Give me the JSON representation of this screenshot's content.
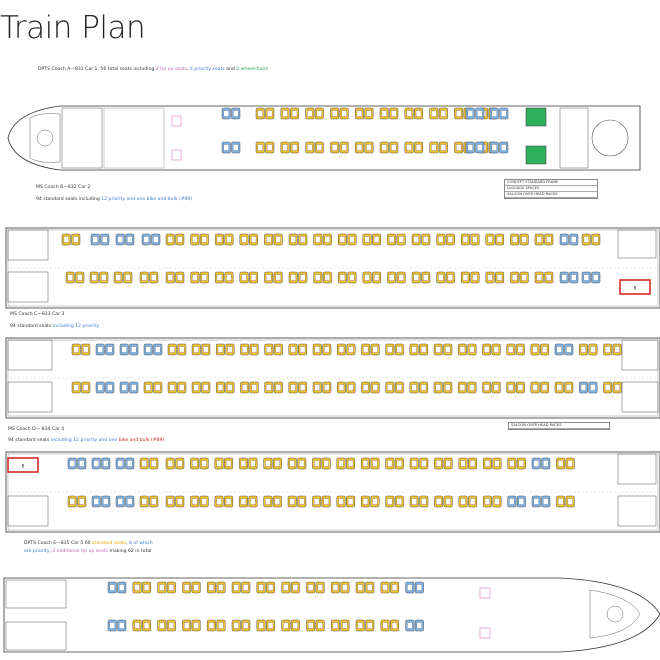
{
  "page": {
    "title": "Train Plan"
  },
  "colors": {
    "standard": "#f2c12e",
    "priority": "#7eb3e8",
    "wheelchair": "#2eb05c",
    "tipup": "#e8a7d8",
    "bike": "#d42a2a",
    "outline": "#555555"
  },
  "coaches": [
    {
      "id": "coach-a",
      "caption_parts": [
        {
          "text": "DPTS Coach A—831 Car 1. 56 total seats including ",
          "cls": ""
        },
        {
          "text": "2 tip up seats",
          "cls": "p"
        },
        {
          "text": ", ",
          "cls": ""
        },
        {
          "text": "4 priority seats",
          "cls": "b"
        },
        {
          "text": " and ",
          "cls": ""
        },
        {
          "text": "2 wheelchairs",
          "cls": "g"
        }
      ]
    },
    {
      "id": "coach-b",
      "caption_parts": [
        {
          "text": "MS Coach B—832 Car 2",
          "cls": ""
        }
      ],
      "caption_parts_2": [
        {
          "text": "94 standard seats including ",
          "cls": ""
        },
        {
          "text": "12 priority and one bike and bulk (#89)",
          "cls": "b"
        }
      ]
    },
    {
      "id": "coach-c",
      "caption_parts": [
        {
          "text": "MS Coach C—833 Car 3",
          "cls": ""
        }
      ],
      "caption_parts_2": [
        {
          "text": "94 standard seats ",
          "cls": ""
        },
        {
          "text": "including 12 priority",
          "cls": "b"
        }
      ]
    },
    {
      "id": "coach-d",
      "caption_parts": [
        {
          "text": "MS Coach D— 834 Car 4",
          "cls": ""
        }
      ],
      "caption_parts_2": [
        {
          "text": "94 standard seats ",
          "cls": ""
        },
        {
          "text": "including 12 priority and one ",
          "cls": "b"
        },
        {
          "text": "bike and bulk (#89)",
          "cls": "r"
        }
      ]
    },
    {
      "id": "coach-e",
      "caption_parts": [
        {
          "text": "DPTS Coach E—835 Car 5 60 ",
          "cls": ""
        },
        {
          "text": "standard seats",
          "cls": "y"
        },
        {
          "text": ", ",
          "cls": ""
        },
        {
          "text": "8 of which",
          "cls": "b"
        }
      ],
      "caption_parts_2": [
        {
          "text": "are priority",
          "cls": "b"
        },
        {
          "text": ", ",
          "cls": ""
        },
        {
          "text": "2 additional tip up seats",
          "cls": "p"
        },
        {
          "text": " making 62 in total",
          "cls": ""
        }
      ]
    }
  ],
  "legend_a": [
    "CONCEPT STANDARD FRAME",
    "LUGGAGE SPACES",
    "SALOON OVER HEAD RACKS"
  ],
  "legend_c": [
    "SALOON OVER HEAD RACKS"
  ],
  "bike_label": "B"
}
